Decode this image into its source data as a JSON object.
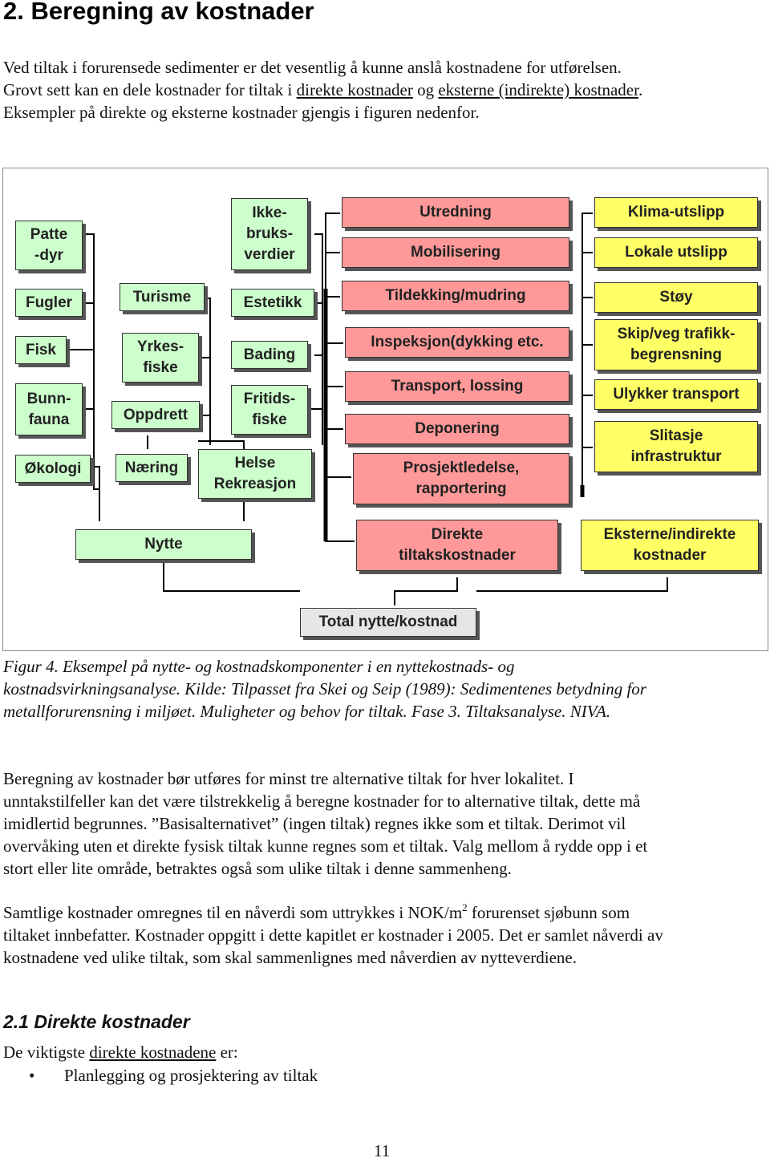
{
  "heading": "2. Beregning av kostnader",
  "intro": {
    "l1": "Ved tiltak i forurensede sedimenter er det vesentlig å kunne anslå kostnadene for utførelsen.",
    "l2a": "Grovt sett kan en dele kostnader for tiltak i ",
    "l2b": "direkte kostnader",
    "l2c": " og ",
    "l2d": "eksterne (indirekte) kostnader",
    "l2e": ".",
    "l3": "Eksempler på direkte og eksterne kostnader gjengis i figuren nedenfor."
  },
  "figure": {
    "benefits": {
      "patte": "Patte\n-dyr",
      "fugler": "Fugler",
      "fisk": "Fisk",
      "bunnfauna": "Bunn-\nfauna",
      "okologi": "Økologi",
      "turisme": "Turisme",
      "yrkesfiske": "Yrkes-\nfiske",
      "oppdrett": "Oppdrett",
      "naering": "Næring",
      "ikkebruk": "Ikke-\nbruks-\nverdier",
      "estetikk": "Estetikk",
      "bading": "Bading",
      "fritidsfiske": "Fritids-\nfiske",
      "helse": "Helse\nRekreasjon",
      "nytte": "Nytte"
    },
    "direct": {
      "utredning": "Utredning",
      "mobilisering": "Mobilisering",
      "tildekking": "Tildekking/mudring",
      "inspeksjon": "Inspeksjon(dykking etc.",
      "transport": "Transport, lossing",
      "deponering": "Deponering",
      "prosjekt": "Prosjektledelse,\nrapportering",
      "direkte": "Direkte\ntiltakskostnader"
    },
    "external": {
      "klima": "Klima-utslipp",
      "lokale": "Lokale utslipp",
      "stoy": "Støy",
      "skip": "Skip/veg trafikk-\nbegrensning",
      "ulykker": "Ulykker transport",
      "slitasje": "Slitasje\ninfrastruktur",
      "eksterne": "Eksterne/indirekte\nkostnader"
    },
    "total": "Total nytte/kostnad",
    "colors": {
      "benefit": "#ccffcc",
      "direct": "#ff9999",
      "external": "#ffff66",
      "total": "#e6e6e6"
    }
  },
  "caption": {
    "l1": "Figur 4. Eksempel på nytte- og kostnadskomponenter i en nyttekostnads- og",
    "l2": "kostnadsvirkningsanalyse. Kilde: Tilpasset fra Skei og Seip (1989): Sedimentenes betydning for",
    "l3": "metallforurensning i miljøet.  Muligheter og behov for tiltak. Fase 3. Tiltaksanalyse. NIVA."
  },
  "p1": {
    "l1": "Beregning av kostnader bør utføres for minst tre alternative tiltak for hver lokalitet. I",
    "l2": "unntakstilfeller kan det være tilstrekkelig å beregne kostnader for to alternative tiltak, dette må",
    "l3": "imidlertid begrunnes. ”Basisalternativet” (ingen tiltak) regnes ikke som et tiltak. Derimot vil",
    "l4": "overvåking uten et direkte fysisk tiltak kunne regnes som et tiltak. Valg mellom å rydde opp i et",
    "l5": "stort eller lite område, betraktes også som ulike tiltak i denne sammenheng."
  },
  "p2": {
    "l1a": "Samtlige kostnader omregnes til en nåverdi som uttrykkes i NOK/m",
    "l1sup": "2",
    "l1b": " forurenset sjøbunn som",
    "l2": "tiltaket innbefatter. Kostnader oppgitt i dette kapitlet er kostnader i 2005. Det er samlet nåverdi av",
    "l3": "kostnadene ved ulike tiltak, som skal sammenlignes med nåverdien av nytteverdiene."
  },
  "section": "2.1 Direkte kostnader",
  "p3": {
    "a": "De viktigste ",
    "b": "direkte kostnadene",
    "c": " er:"
  },
  "bullet": {
    "symbol": "•",
    "text": "Planlegging og prosjektering av tiltak"
  },
  "page_number": "11"
}
